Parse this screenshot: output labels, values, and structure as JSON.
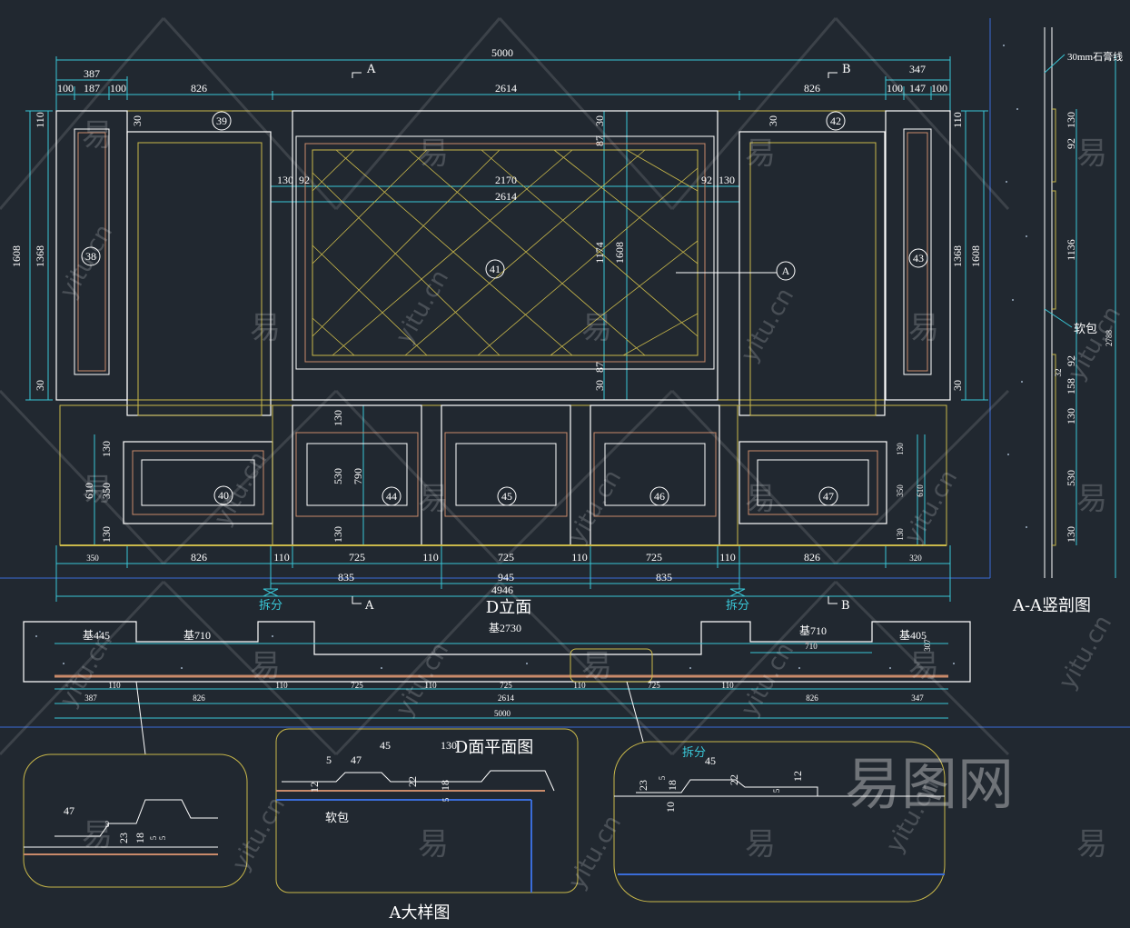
{
  "titles": {
    "elevation": "D立面",
    "plan": "D面平面图",
    "section": "A-A竖剖图",
    "detail": "A大样图"
  },
  "notes": {
    "stone_line": "30mm石膏线",
    "soft_pack_1": "软包",
    "soft_pack_2": "软包",
    "split_1": "拆分",
    "split_2": "拆分",
    "split_3": "拆分"
  },
  "section_marks": {
    "A_top": "A",
    "B_top": "B",
    "A_bottom": "A",
    "B_bottom": "B",
    "A_callout": "A"
  },
  "panel_numbers": [
    "38",
    "39",
    "40",
    "41",
    "42",
    "43",
    "44",
    "45",
    "46",
    "47"
  ],
  "elevation_dims": {
    "overall": "5000",
    "left_group": "387",
    "right_group": "347",
    "top_row": [
      "100",
      "187",
      "100",
      "826",
      "2614",
      "826",
      "100",
      "147",
      "100"
    ],
    "center_inner": "2170",
    "center_outer": "2614",
    "center_side": [
      "130",
      "92",
      "92",
      "130"
    ],
    "heights_left": [
      "1608",
      "1368",
      "110",
      "30"
    ],
    "heights_right": [
      "1368",
      "1608",
      "110",
      "30"
    ],
    "center_heights": [
      "1174",
      "1608",
      "30",
      "87",
      "30",
      "87"
    ],
    "lower_left": [
      "610",
      "350",
      "130",
      "130"
    ],
    "lower_center": [
      "130",
      "530",
      "790",
      "130"
    ],
    "lower_right": [
      "130",
      "350",
      "610",
      "130"
    ],
    "bottom_row": [
      "350",
      "826",
      "110",
      "725",
      "110",
      "725",
      "110",
      "725",
      "110",
      "826",
      "320"
    ],
    "bottom_group": [
      "835",
      "945",
      "835"
    ],
    "bottom_total": "4946",
    "small_30": [
      "30",
      "30"
    ]
  },
  "plan_dims": {
    "bases": [
      "基445",
      "基710",
      "基2730",
      "基710",
      "基405"
    ],
    "inner_710": "710",
    "depth_right": "307",
    "row1": [
      "110",
      "110",
      "725",
      "110",
      "725",
      "110",
      "725",
      "110"
    ],
    "row2": [
      "387",
      "826",
      "2614",
      "826",
      "347"
    ],
    "total": "5000"
  },
  "section_dims": [
    "130",
    "92",
    "1136",
    "92",
    "32",
    "158",
    "130",
    "530",
    "130",
    "2788"
  ],
  "detail_dims": {
    "left": [
      "47",
      "3",
      "23",
      "18",
      "5",
      "5"
    ],
    "middle": [
      "45",
      "130",
      "5",
      "47",
      "12",
      "22",
      "18",
      "5"
    ],
    "right": [
      "45",
      "23",
      "5",
      "18",
      "10",
      "22",
      "12",
      "5"
    ]
  },
  "watermark": {
    "cn": "易",
    "url": "yitu.cn",
    "brand": "易图网"
  },
  "colors": {
    "background": "#212830",
    "line_white": "#ffffff",
    "line_yellow": "#c9b84a",
    "line_cyan": "#39c6d6",
    "line_blue": "#3a6cd8",
    "hatch": "#9fb0c4"
  }
}
